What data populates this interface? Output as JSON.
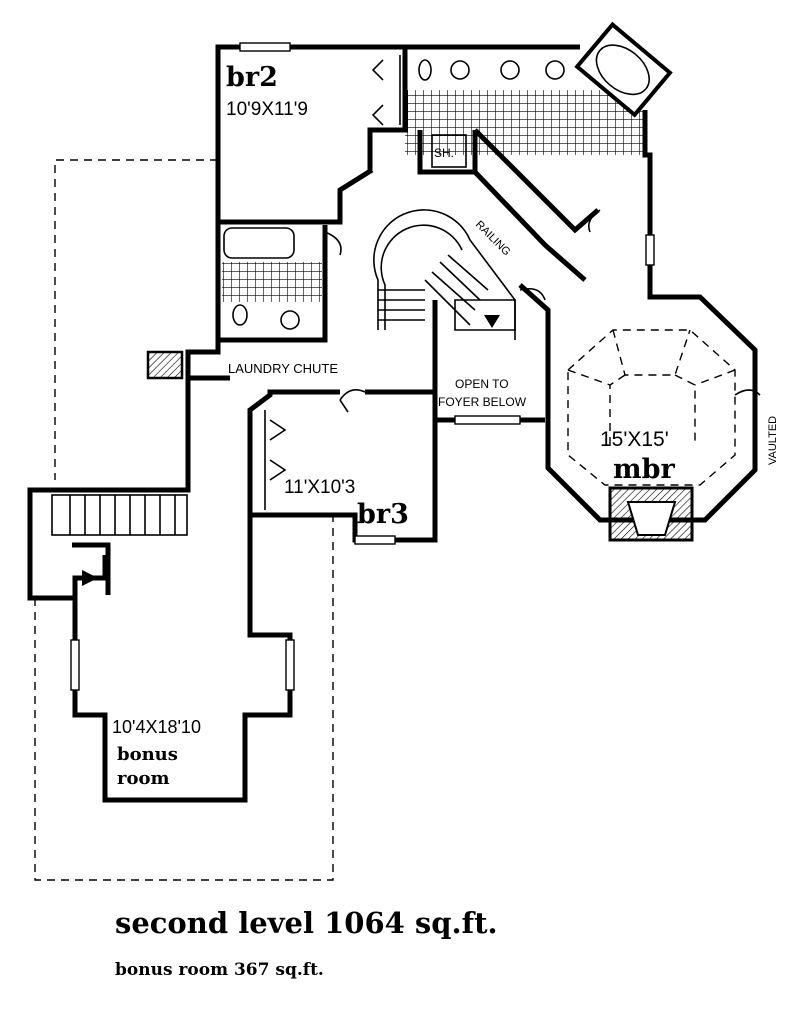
{
  "rooms": {
    "br2": {
      "name": "br2",
      "size": "10'9X11'9"
    },
    "br3": {
      "name": "br3",
      "size": "11'X10'3"
    },
    "mbr": {
      "name": "mbr",
      "size": "15'X15'"
    },
    "bonus": {
      "name_line1": "bonus",
      "name_line2": "room",
      "size": "10'4X18'10"
    }
  },
  "labels": {
    "shower": "SH.",
    "railing": "RAILING",
    "laundry_chute": "LAUNDRY CHUTE",
    "open_to_line1": "OPEN TO",
    "open_to_line2": "FOYER BELOW",
    "vaulted": "VAULTED"
  },
  "caption": {
    "title": "second level 1064 sq.ft.",
    "subtitle": "bonus room 367 sq.ft."
  }
}
